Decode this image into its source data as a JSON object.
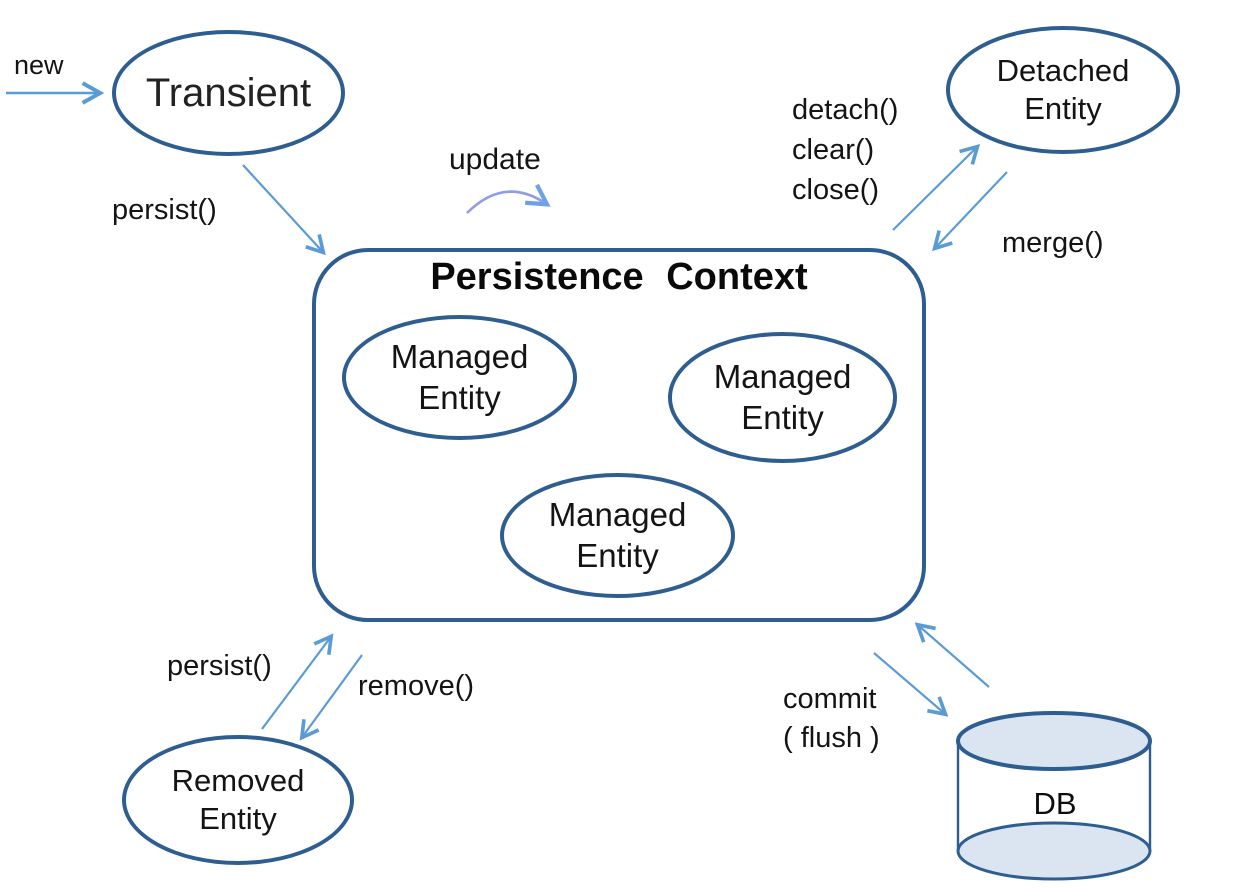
{
  "title": "Persistence Context",
  "nodes": {
    "transient": {
      "label": "Transient"
    },
    "detached": {
      "line1": "Detached",
      "line2": "Entity"
    },
    "removed": {
      "line1": "Removed",
      "line2": "Entity"
    },
    "managed1": {
      "line1": "Managed",
      "line2": "Entity"
    },
    "managed2": {
      "line1": "Managed",
      "line2": "Entity"
    },
    "managed3": {
      "line1": "Managed",
      "line2": "Entity"
    },
    "db": {
      "label": "DB"
    }
  },
  "labels": {
    "new": "new",
    "persist_top": "persist()",
    "update": "update",
    "detach_group": "detach()\nclear()\nclose()",
    "merge": "merge()",
    "persist_bottom": "persist()",
    "remove": "remove()",
    "commit_group": "commit\n( flush )"
  },
  "colors": {
    "node_border": "#2e5e90",
    "arrow": "#5b9bd5",
    "update_arc": "#8f9de3",
    "db_fill": "#dbe5f1",
    "text": "#141414"
  }
}
